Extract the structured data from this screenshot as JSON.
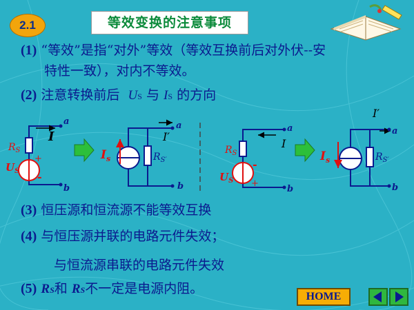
{
  "slide": {
    "badge": "2.1",
    "title": "等效变换的注意事项"
  },
  "items": [
    {
      "num": "(1)",
      "text": "“等效”是指“对外”等效（等效互换前后对外伏--安"
    },
    {
      "text": "特性一致），对内不等效。"
    },
    {
      "num": "(2)",
      "pre": "注意转换前后",
      "sym1": "U",
      "sub1": "S",
      "mid": "与",
      "sym2": "I",
      "sub2": "S",
      "post": "的方向"
    },
    {
      "num": "(3)",
      "text": "恒压源和恒流源不能等效互换"
    },
    {
      "num": "(4)",
      "text": "与恒压源并联的电路元件失效；"
    },
    {
      "text": "与恒流源串联的电路元件失效"
    },
    {
      "num": "(5)",
      "sym1": "R",
      "sub1": "S",
      "mid": "和",
      "sym2": "R",
      "sub2": "S",
      "post": "不一定是电源内阻。"
    }
  ],
  "circuit_labels": {
    "a": "a",
    "b": "b",
    "I": "I",
    "I_prime": "I′",
    "Rs": "R",
    "Rs_sub": "S",
    "Rs_prime": "R",
    "Rs_prime_sub": "S′",
    "Us": "U",
    "Us_sub": "S",
    "Is": "I",
    "Is_sub": "s",
    "plus": "+",
    "minus": "-"
  },
  "nav": {
    "home_label": "HOME"
  },
  "colors": {
    "background": "#2bb1c6",
    "text": "#0b1a8e",
    "title_text": "#0a8a3a",
    "badge": "#f2a50c",
    "source_red": "#e01010",
    "wire_navy": "#0b1a8e",
    "arrow_green": "#2cbf3a"
  }
}
